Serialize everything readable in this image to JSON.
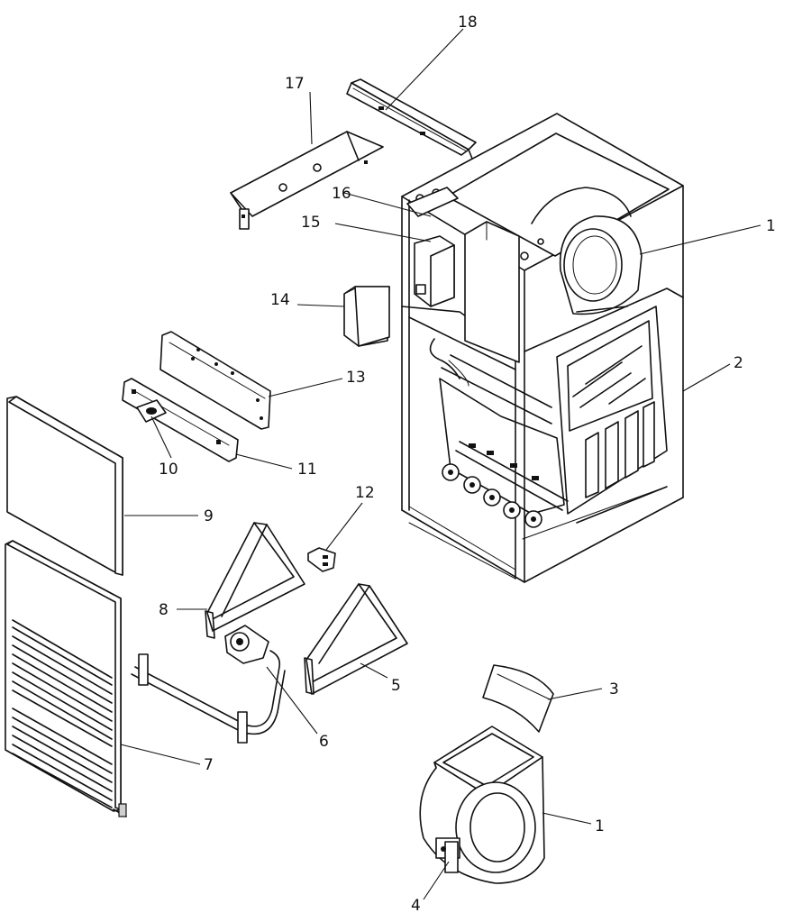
{
  "callouts": {
    "c1_top": "1",
    "c1_bottom": "1",
    "c2": "2",
    "c3": "3",
    "c4": "4",
    "c5": "5",
    "c6": "6",
    "c7": "7",
    "c8": "8",
    "c9": "9",
    "c10": "10",
    "c11": "11",
    "c12": "12",
    "c13": "13",
    "c14": "14",
    "c15": "15",
    "c16": "16",
    "c17": "17",
    "c18": "18"
  }
}
